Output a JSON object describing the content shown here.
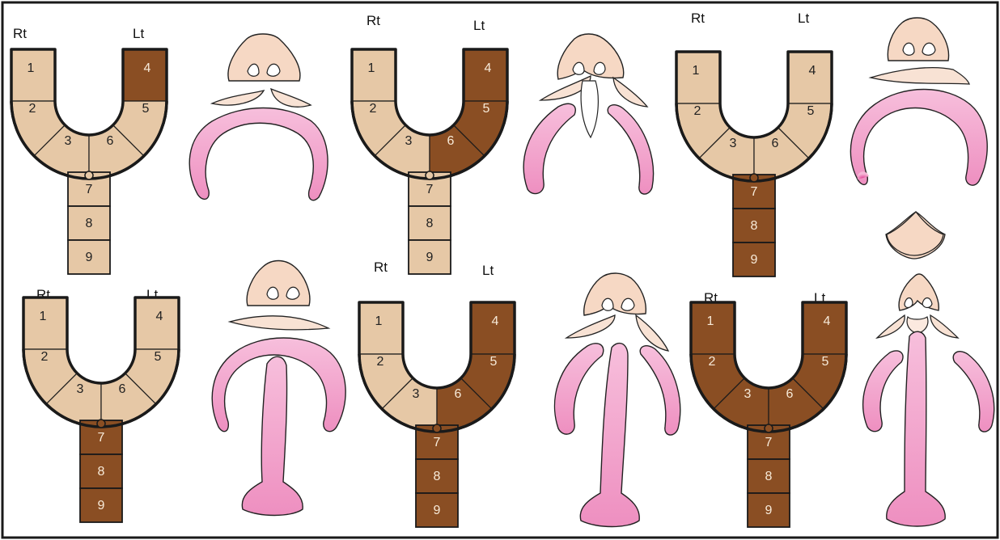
{
  "colors": {
    "border": "#1a1a1a",
    "background": "#ffffff",
    "uninvolved": "#e6c8a6",
    "involved": "#8a4e23",
    "uninvolved_text": "#222222",
    "involved_text": "#f7ead8",
    "skin": "#f6d8c4",
    "palate_pink": "#f2a7cf"
  },
  "labels": {
    "right": "Rt",
    "left": "Lt"
  },
  "diagrams": [
    {
      "id": "a",
      "involved": [
        4
      ],
      "numbers": [
        "1",
        "2",
        "3",
        "4",
        "5",
        "6",
        "7",
        "8",
        "9"
      ]
    },
    {
      "id": "b",
      "involved": [
        4,
        5,
        6
      ],
      "numbers": [
        "1",
        "2",
        "3",
        "4",
        "5",
        "6",
        "7",
        "8",
        "9"
      ]
    },
    {
      "id": "c",
      "involved": [
        7,
        8,
        9
      ],
      "numbers": [
        "1",
        "2",
        "3",
        "4",
        "5",
        "6",
        "7",
        "8",
        "9"
      ]
    },
    {
      "id": "d",
      "involved": [
        7,
        8,
        9
      ],
      "numbers": [
        "1",
        "2",
        "3",
        "4",
        "5",
        "6",
        "7",
        "8",
        "9"
      ]
    },
    {
      "id": "e",
      "involved": [
        4,
        5,
        6,
        7,
        8,
        9
      ],
      "numbers": [
        "1",
        "2",
        "3",
        "4",
        "5",
        "6",
        "7",
        "8",
        "9"
      ]
    },
    {
      "id": "f",
      "involved": [
        1,
        2,
        3,
        4,
        5,
        6,
        7,
        8,
        9
      ],
      "numbers": [
        "1",
        "2",
        "3",
        "4",
        "5",
        "6",
        "7",
        "8",
        "9"
      ]
    }
  ]
}
